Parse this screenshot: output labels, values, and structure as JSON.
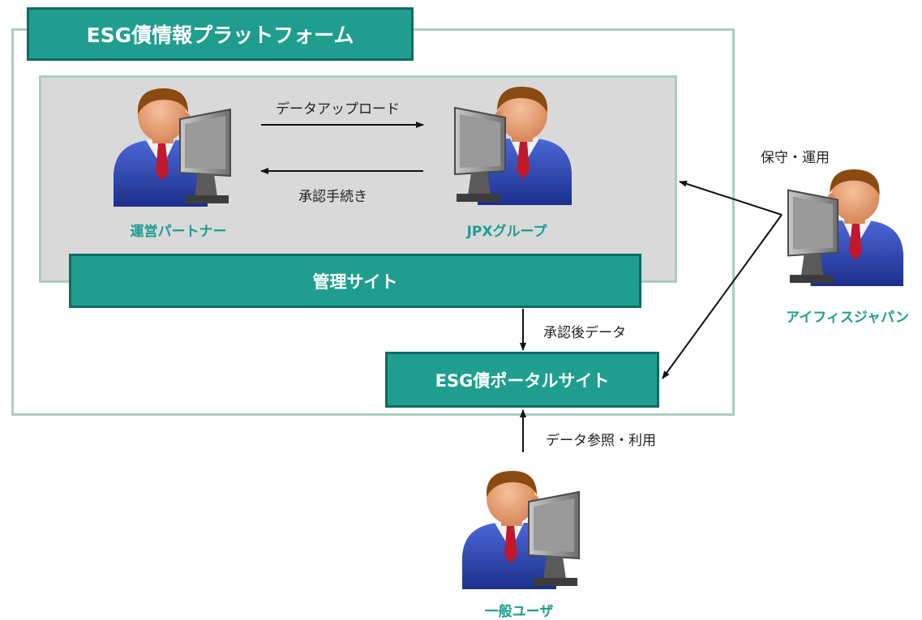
{
  "platform": {
    "title": "ESG債情報プラットフォーム"
  },
  "boxes": {
    "admin_site": "管理サイト",
    "portal_site": "ESG債ポータルサイト"
  },
  "actors": {
    "operating_partner": "運営パートナー",
    "jpx_group": "JPXグループ",
    "ifis_japan": "アイフィスジャパン",
    "general_user": "一般ユーザ"
  },
  "flows": {
    "data_upload": "データアップロード",
    "approval_procedure": "承認手続き",
    "approved_data": "承認後データ",
    "maintenance": "保守・運用",
    "data_reference": "データ参照・利用"
  },
  "colors": {
    "teal": "#1f9e8f",
    "teal_dark": "#0f6b61",
    "frame": "#a9cdc4",
    "gray_area": "#d9d9d9"
  },
  "icons": {
    "person": "person-at-computer-icon"
  }
}
